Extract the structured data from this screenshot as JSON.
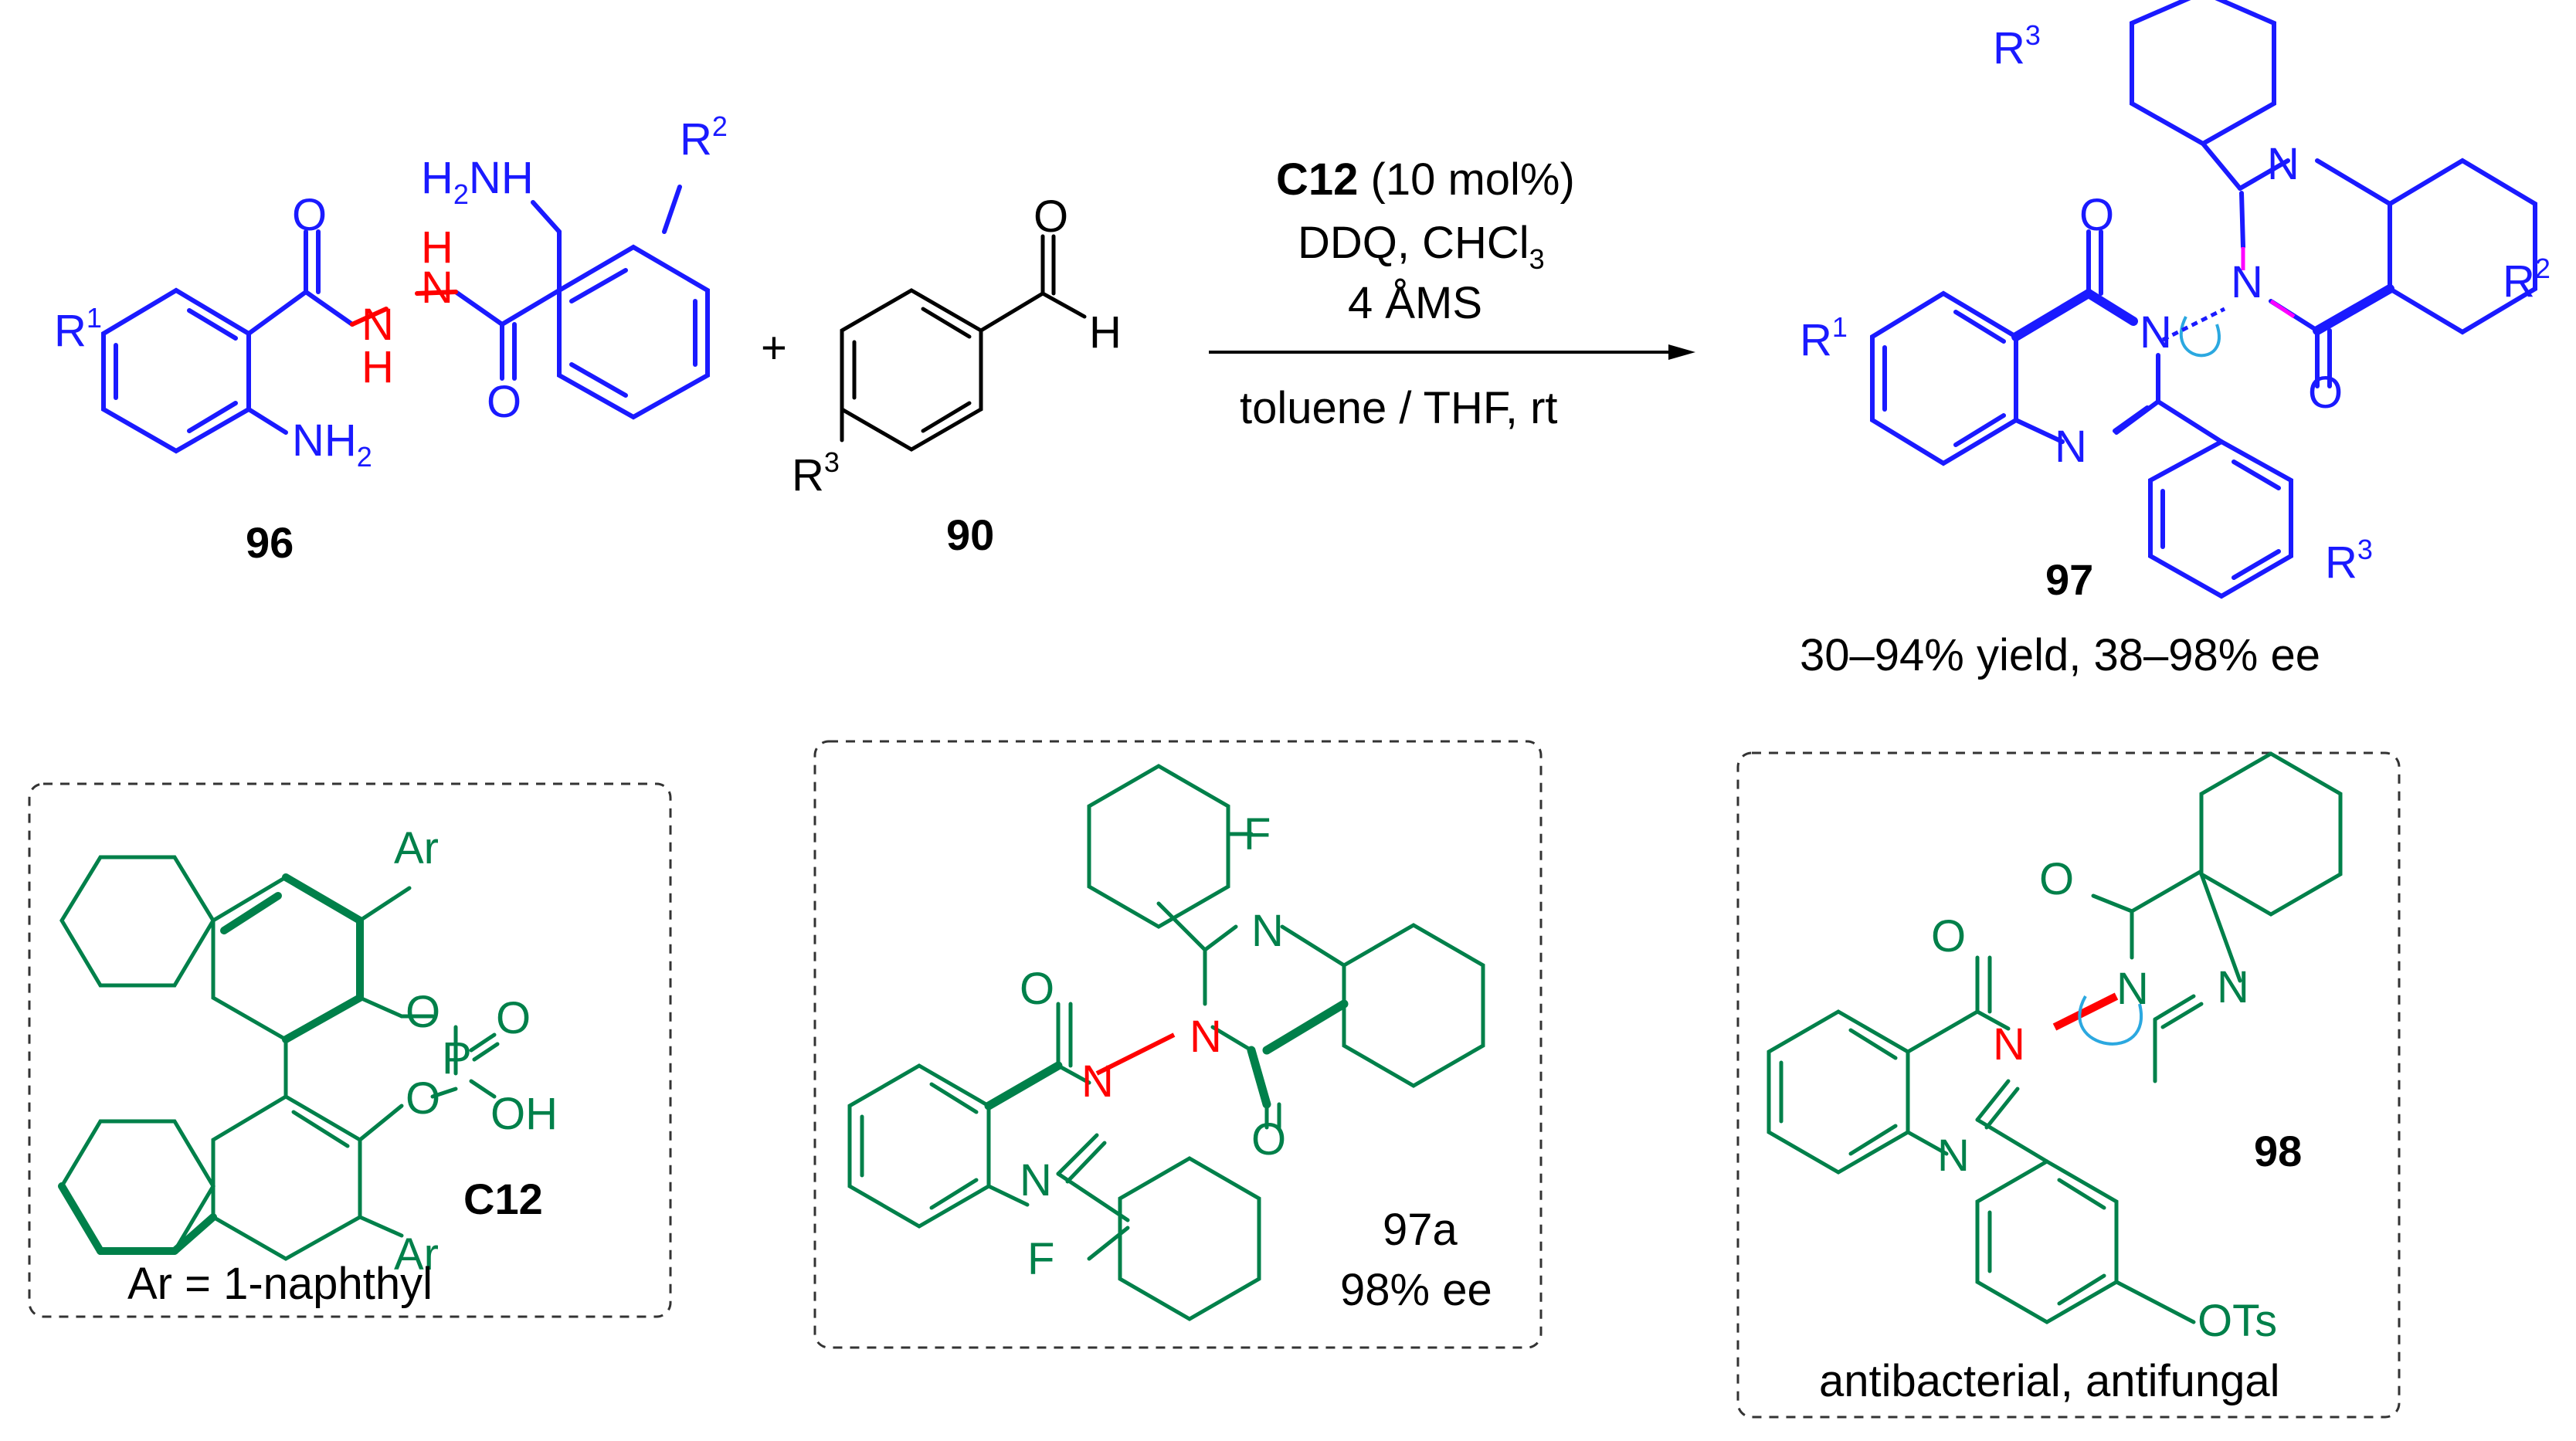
{
  "reagents": {
    "catalyst": "C12",
    "catalyst_loading": "(10 mol%)",
    "oxidant": "DDQ, CHCl",
    "oxidant_sub": "3",
    "additive": "4 ÅMS",
    "solvent": "toluene / THF, rt"
  },
  "compounds": {
    "c96": {
      "label": "96",
      "r": "R",
      "r1": "1",
      "r2": "2",
      "nh2_top": "H",
      "nh2_sub": "2",
      "nh2_N": "N",
      "nh2_bottom": "NH",
      "nh": "H",
      "N": "N",
      "O": "O"
    },
    "c90": {
      "label": "90",
      "r": "R",
      "r3": "3",
      "O": "O",
      "H": "H"
    },
    "c97": {
      "label": "97",
      "result": "30–94% yield, 38–98% ee",
      "N": "N",
      "O": "O",
      "r": "R",
      "r1": "1",
      "r2": "2",
      "r3": "3"
    },
    "c12": {
      "label": "C12",
      "ar": "Ar",
      "O": "O",
      "P": "P",
      "OH": "OH",
      "note": "Ar = 1-naphthyl"
    },
    "c97a": {
      "label": "97a",
      "ee": "98% ee",
      "F": "F",
      "N": "N",
      "O": "O"
    },
    "c98": {
      "label": "98",
      "OTs": "OTs",
      "N": "N",
      "O": "O",
      "note": "antibacterial, antifungal"
    }
  },
  "plus": "+",
  "colors": {
    "substrate": "#1a1aff",
    "hydrazide_nh": "#ff0000",
    "example": "#00804a",
    "new_bond": "#ff00ff",
    "rotation": "#2ba8e0"
  }
}
